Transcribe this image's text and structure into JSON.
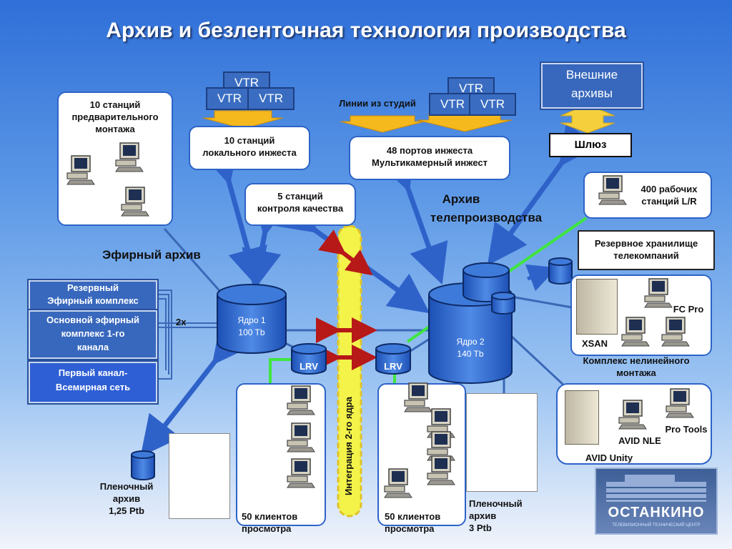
{
  "title": "Архив и безленточная технология производства",
  "vtr_label": "VTR",
  "studio_lines": "Линии из студий",
  "external_archives": "Внешние архивы",
  "gateway": "Шлюз",
  "premontage": [
    "10 станций",
    "предварительного",
    "монтажа"
  ],
  "local_ingest": [
    "10 станций",
    "локального инжеста"
  ],
  "ingest_ports": [
    "48 портов инжеста",
    "Мультикамерный инжест"
  ],
  "qc_stations": [
    "5 станций",
    "контроля качества"
  ],
  "lr_stations": [
    "400 рабочих",
    "станций L/R"
  ],
  "backup_storage": [
    "Резервное хранилище",
    "телекомпаний"
  ],
  "air_archive": "Эфирный архив",
  "tv_archive": [
    "Архив",
    "телепроизводства"
  ],
  "reserve_complex": [
    "Резервный",
    "Эфирный комплекс"
  ],
  "main_complex": [
    "Основной эфирный",
    "комплекс 1-го",
    "канала"
  ],
  "first_channel": [
    "Первый канал-",
    "Всемирная сеть"
  ],
  "link_2x": "2x",
  "core1": [
    "Ядро 1",
    "100 Tb"
  ],
  "core2": [
    "Ядро 2",
    "140 Tb"
  ],
  "lrv": "LRV",
  "integration": "Интеграция 2-го ядра",
  "clients": [
    "50 клиентов",
    "просмотра"
  ],
  "film_archive_1": [
    "Пленочный",
    "архив",
    "1,25 Ptb"
  ],
  "film_archive_2": [
    "Пленочный",
    "архив",
    "3 Ptb"
  ],
  "fc_pro": "FC Pro",
  "xsan": "XSAN",
  "nle_complex": [
    "Комплекс нелинейного",
    "монтажа"
  ],
  "avid_nle": "AVID NLE",
  "pro_tools": "Pro Tools",
  "avid_unity": "AVID Unity",
  "logo_text": "ОСТАНКИНО",
  "logo_subtitle": "ТЕЛЕВИЗИОННЫЙ ТЕХНИЧЕСКИЙ ЦЕНТР",
  "colors": {
    "background_top": "#2f6fd8",
    "box_border": "#2d63c8",
    "green_link": "#3ee63e",
    "integration_bar": "#f3f34a",
    "red_arrow": "#c41a1a"
  }
}
